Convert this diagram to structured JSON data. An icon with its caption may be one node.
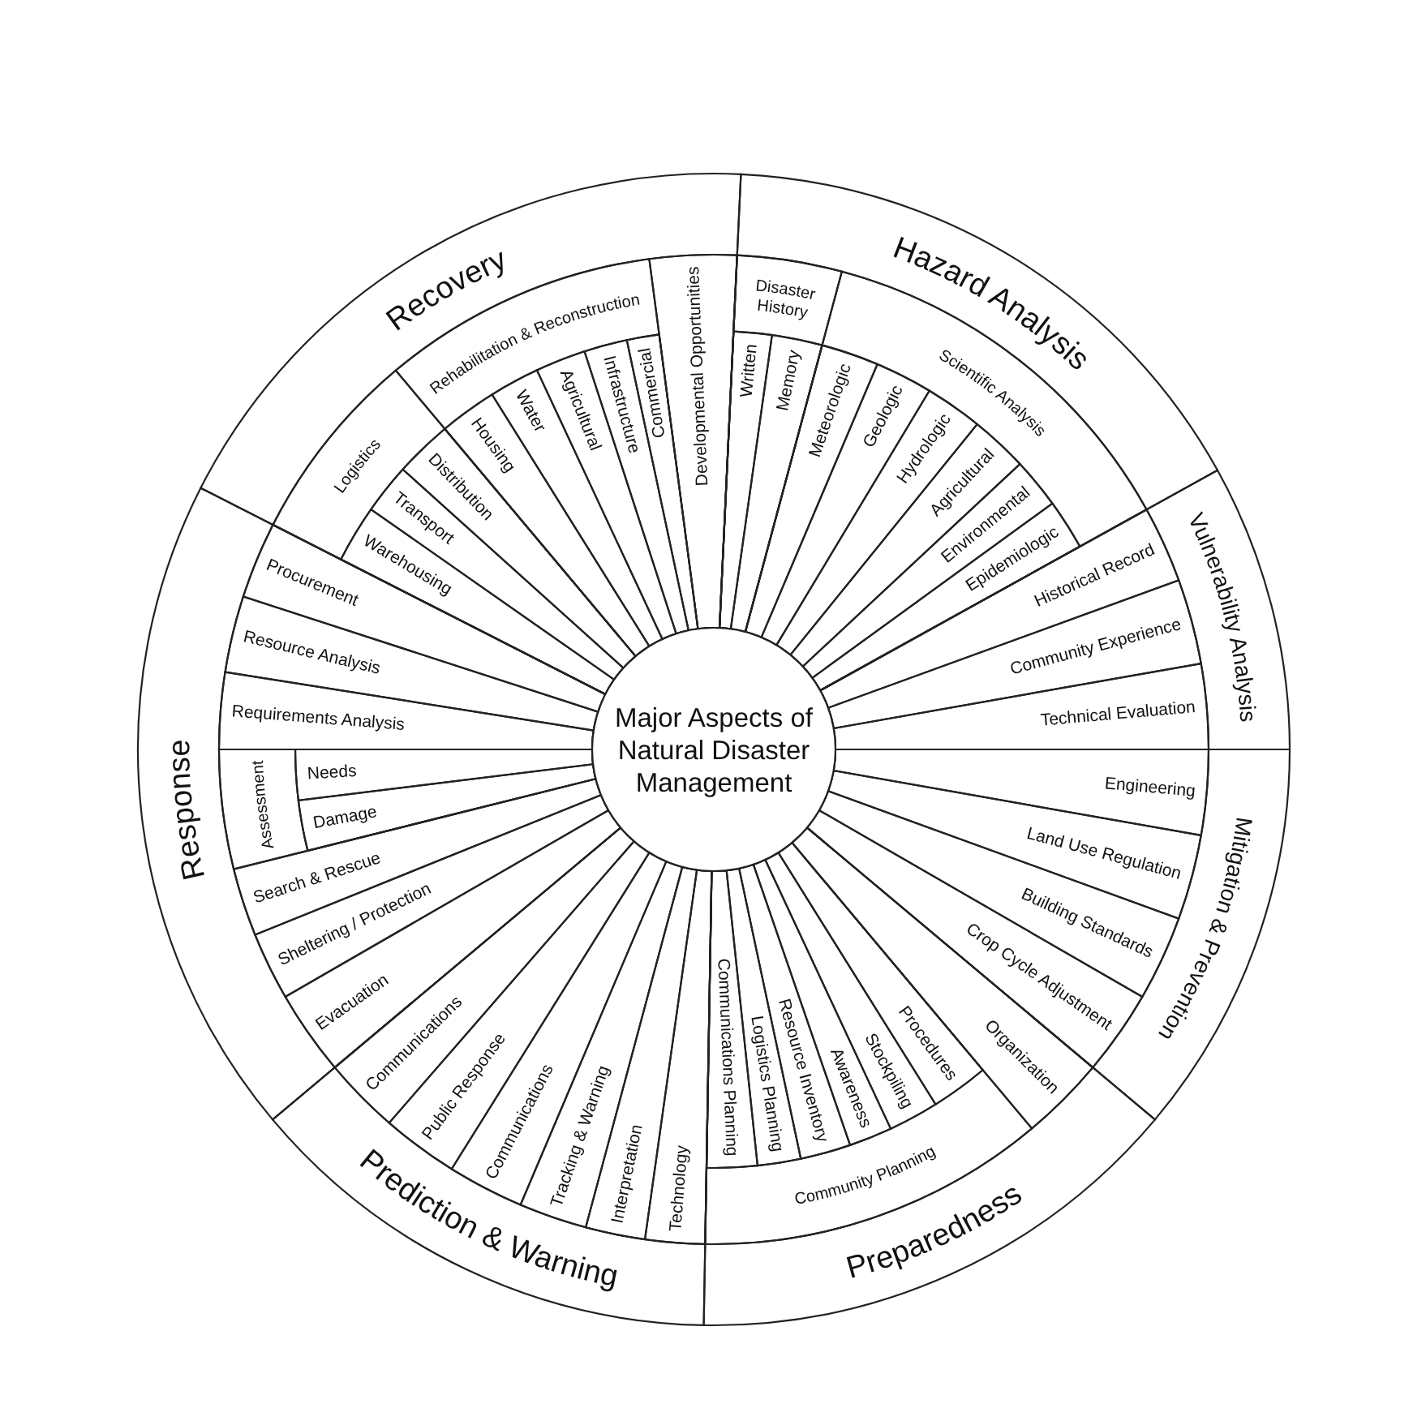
{
  "diagram": {
    "nodes": [
      {
        "text": [
          "Major Aspects of Natural Disaster Management"
        ]
      },
      {
        "text": [
          "Recovery"
        ]
      },
      {
        "text": [
          "Logistics"
        ]
      },
      {
        "text": [
          "Warehousing"
        ]
      },
      {
        "text": [
          "Transport"
        ]
      },
      {
        "text": [
          "Distribution"
        ]
      },
      {
        "text": [
          "Rehabilitation & Reconstruction"
        ]
      },
      {
        "text": [
          "Housing"
        ]
      },
      {
        "text": [
          "Water"
        ]
      },
      {
        "text": [
          "Agricultural"
        ]
      },
      {
        "text": [
          "Infrastructure"
        ]
      },
      {
        "text": [
          "Commercial"
        ]
      },
      {
        "text": [
          "Developmental Opportunities"
        ]
      },
      {
        "text": [
          "Hazard Analysis"
        ]
      },
      {
        "text": [
          "Disaster History"
        ]
      },
      {
        "text": [
          "Written"
        ]
      },
      {
        "text": [
          "Memory"
        ]
      },
      {
        "text": [
          "Scientific Analysis"
        ]
      },
      {
        "text": [
          "Meteorologic"
        ]
      },
      {
        "text": [
          "Geologic"
        ]
      },
      {
        "text": [
          "Hydrologic"
        ]
      },
      {
        "text": [
          "Agricultural"
        ]
      },
      {
        "text": [
          "Environmental"
        ]
      },
      {
        "text": [
          "Epidemiologic"
        ]
      },
      {
        "text": [
          "Vulnerability Analysis"
        ]
      },
      {
        "text": [
          "Historical Record"
        ]
      },
      {
        "text": [
          "Community Experience"
        ]
      },
      {
        "text": [
          "Technical Evaluation"
        ]
      },
      {
        "text": [
          "Mitigation & Prevention"
        ]
      },
      {
        "text": [
          "Engineering"
        ]
      },
      {
        "text": [
          "Land Use Regulation"
        ]
      },
      {
        "text": [
          "Building Standards"
        ]
      },
      {
        "text": [
          "Crop Cycle Adjustment"
        ]
      },
      {
        "text": [
          "Preparedness"
        ]
      },
      {
        "text": [
          "Organization"
        ]
      },
      {
        "text": [
          "Community Planning"
        ]
      },
      {
        "text": [
          "Procedures"
        ]
      },
      {
        "text": [
          "Stockpiling"
        ]
      },
      {
        "text": [
          "Awareness"
        ]
      },
      {
        "text": [
          "Resource Inventory"
        ]
      },
      {
        "text": [
          "Logistics Planning"
        ]
      },
      {
        "text": [
          "Communications Planning"
        ]
      },
      {
        "text": [
          "Prediction & Warning"
        ]
      },
      {
        "text": [
          "Technology"
        ]
      },
      {
        "text": [
          "Interpretation"
        ]
      },
      {
        "text": [
          "Tracking & Warning"
        ]
      },
      {
        "text": [
          "Communications"
        ]
      },
      {
        "text": [
          "Public Response"
        ]
      },
      {
        "text": [
          "Communications"
        ]
      },
      {
        "text": [
          "Response"
        ]
      },
      {
        "text": [
          "Evacuation"
        ]
      },
      {
        "text": [
          "Sheltering / Protection"
        ]
      },
      {
        "text": [
          "Search & Rescue"
        ]
      },
      {
        "text": [
          "Assessment"
        ]
      },
      {
        "text": [
          "Damage"
        ]
      },
      {
        "text": [
          "Needs"
        ]
      },
      {
        "text": [
          "Requirements Analysis"
        ]
      },
      {
        "text": [
          "Resource Analysis"
        ]
      },
      {
        "text": [
          "Procurement"
        ]
      }
    ]
  }
}
